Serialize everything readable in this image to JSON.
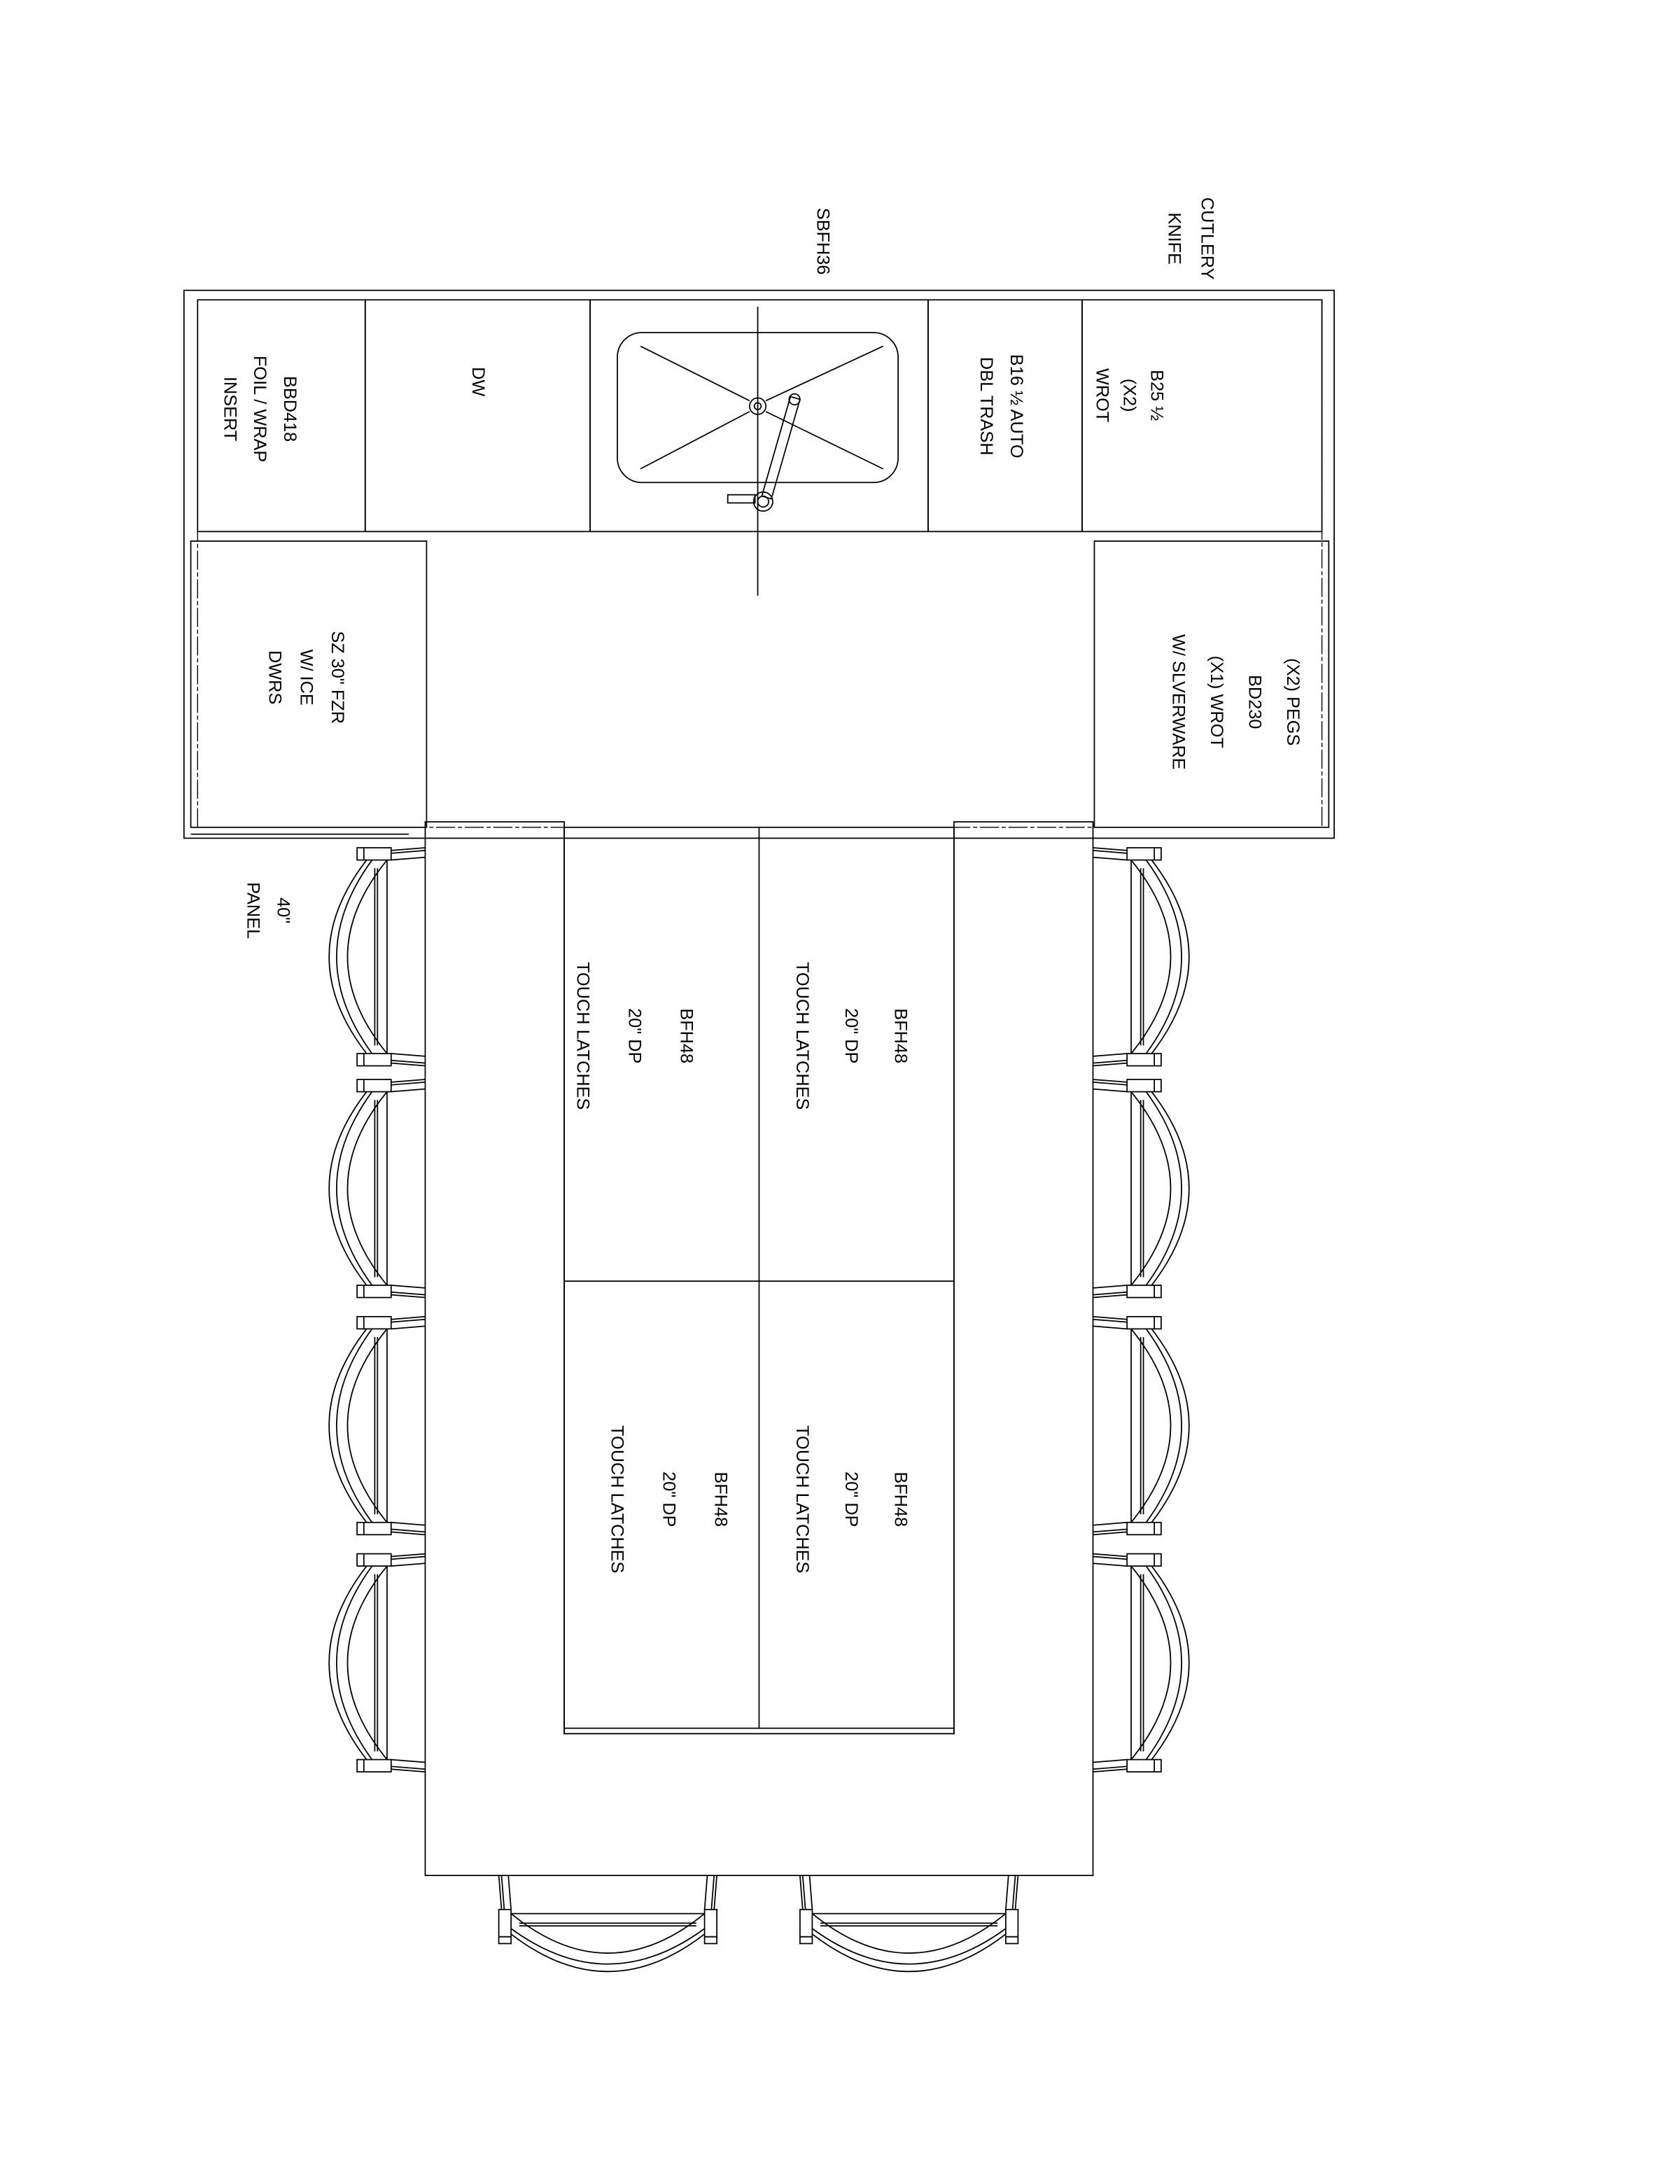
{
  "colors": {
    "line": "#000000",
    "background": "#ffffff"
  },
  "labels": {
    "sink_base": [
      "SBFH36"
    ],
    "cutlery": [
      "CUTLERY",
      "KNIFE"
    ],
    "b25": [
      "B25 ½",
      "(X2)",
      "WROT"
    ],
    "b16": [
      "B16 ½ AUTO",
      "DBL TRASH"
    ],
    "dw": [
      "DW"
    ],
    "bbd418": [
      "BBD418",
      "FOIL / WRAP",
      "INSERT"
    ],
    "freezer": [
      "SZ 30\" FZR",
      "W/ ICE",
      "DWRS"
    ],
    "bd230": [
      "(X2) PEGS",
      "BD230",
      "(X1) WROT",
      "W/ SLVERWARE"
    ],
    "panel": [
      "40\"",
      "PANEL"
    ],
    "island_top_right": [
      "BFH48",
      "20\" DP",
      "TOUCH LATCHES"
    ],
    "island_top_left": [
      "BFH48",
      "20\" DP",
      "TOUCH LATCHES"
    ],
    "island_bottom_right": [
      "BFH48",
      "20\" DP",
      "TOUCH LATCHES"
    ],
    "island_bottom_left": [
      "BFH48",
      "20\" DP",
      "TOUCH LATCHES"
    ]
  }
}
